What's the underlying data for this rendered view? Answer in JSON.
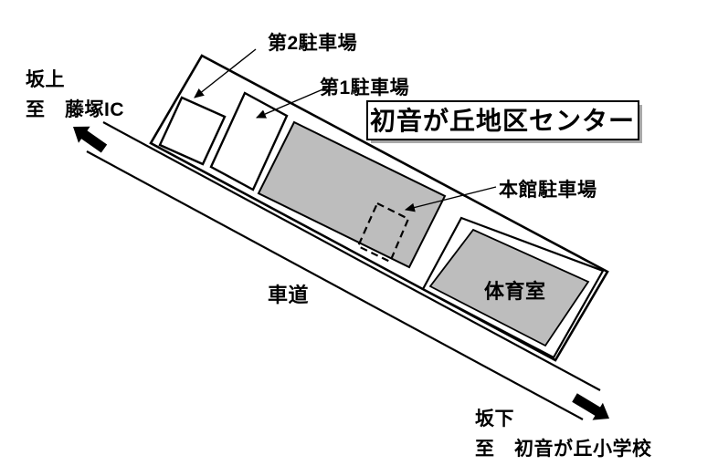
{
  "figure": {
    "title": "初音が丘地区センター",
    "areas": {
      "parking2_label": "第2駐車場",
      "parking1_label": "第1駐車場",
      "main_parking_label": "本館駐車場",
      "gym_label": "体育室",
      "road_label": "車道"
    },
    "directions": {
      "uphill": {
        "line1": "坂上",
        "line2": "至　藤塚IC",
        "arrow_icon": "block-arrow-up-left"
      },
      "downhill": {
        "line1": "坂下",
        "line2": "至　初音が丘小学校",
        "arrow_icon": "block-arrow-down-right"
      }
    },
    "colors": {
      "building_fill": "#bdbdbd",
      "outline": "#000000",
      "box_shadow": "#a9a9a9",
      "background": "#ffffff"
    }
  }
}
